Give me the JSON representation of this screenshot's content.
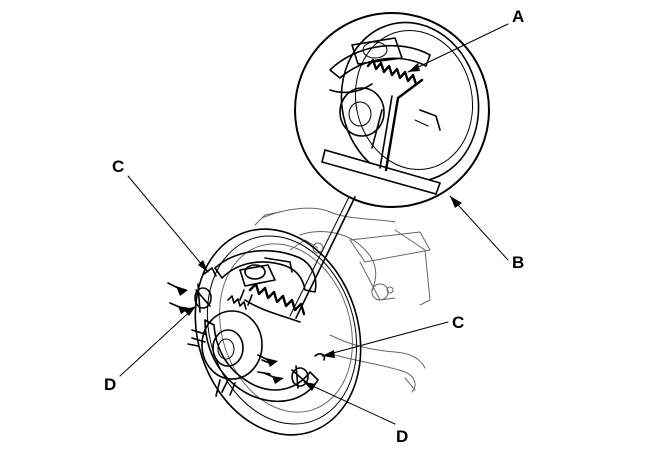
{
  "figure": {
    "callouts": {
      "a": "A",
      "b": "B",
      "c_upper": "C",
      "c_lower": "C",
      "d_left": "D",
      "d_lower": "D"
    }
  }
}
